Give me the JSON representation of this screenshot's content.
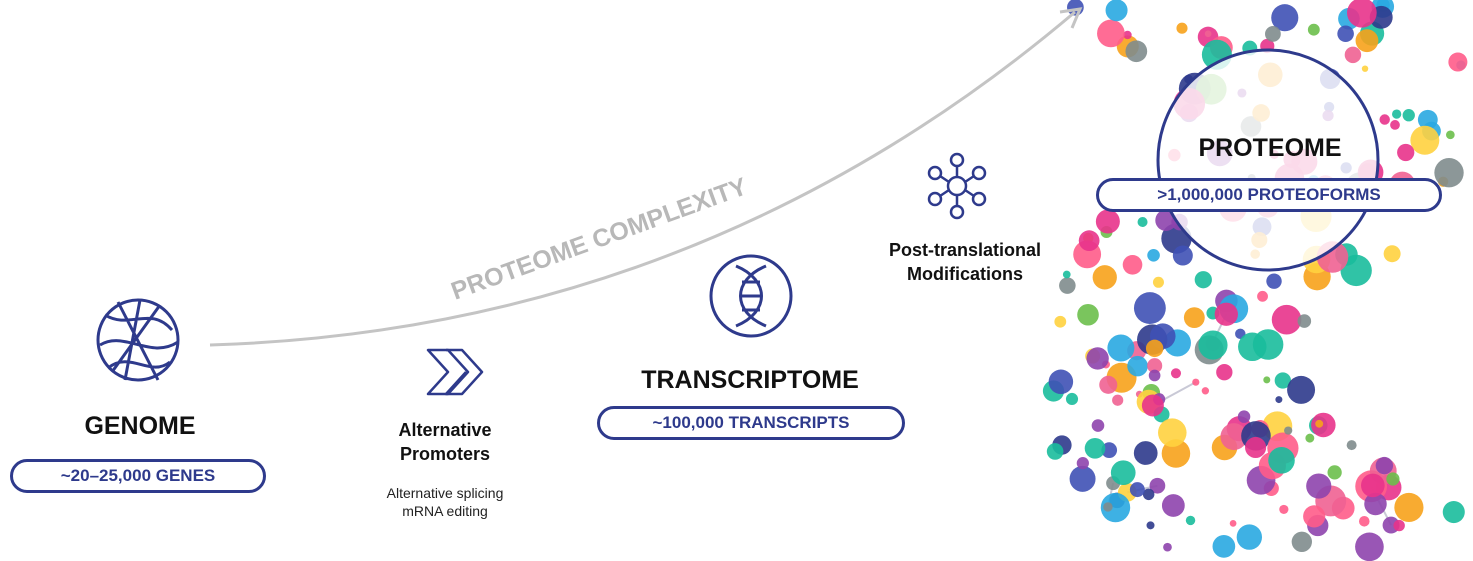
{
  "arrow": {
    "label": "PROTEOME COMPLEXITY"
  },
  "genome": {
    "title": "GENOME",
    "count": "~20–25,000 GENES"
  },
  "promoters": {
    "title_line1": "Alternative",
    "title_line2": "Promoters",
    "sub_line1": "Alternative splicing",
    "sub_line2": "mRNA editing"
  },
  "transcriptome": {
    "title": "TRANSCRIPTOME",
    "count": "~100,000 TRANSCRIPTS"
  },
  "ptm": {
    "title_line1": "Post-translational",
    "title_line2": "Modifications"
  },
  "proteome": {
    "title": "PROTEOME",
    "count": ">1,000,000 PROTEOFORMS"
  },
  "colors": {
    "accent": "#2e3a8c",
    "arrow": "#c4c4c4"
  },
  "icons": [
    "dna-coil-icon",
    "chevrons-icon",
    "double-helix-icon",
    "molecule-network-icon"
  ]
}
